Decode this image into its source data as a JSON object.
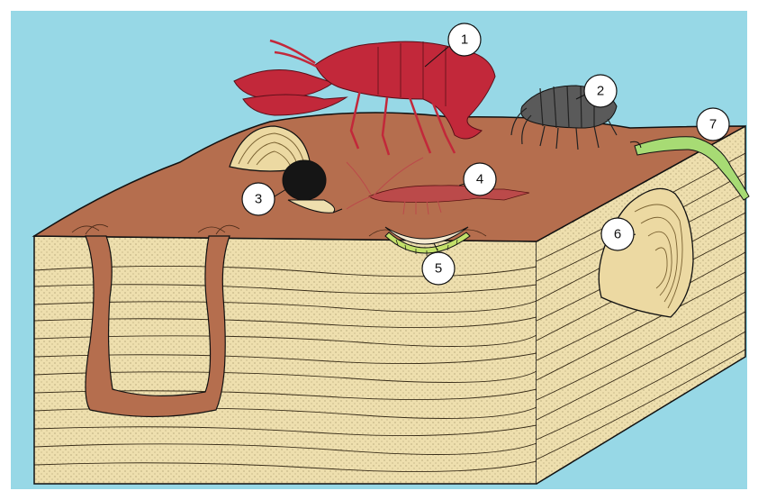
{
  "colors": {
    "water": "#97d8e6",
    "mud": "#b56e4e",
    "sediment": "#eedfae",
    "crayfish": "#c2283a",
    "amphipod": "#5a5a5a",
    "snail": "#151515",
    "shrimp": "#bb4a4a",
    "midge_larva": "#c3e06a",
    "clam": "#ecd9a2",
    "worm": "#a7db74"
  },
  "callouts": [
    {
      "id": "crayfish",
      "label": "1"
    },
    {
      "id": "amphipod",
      "label": "2"
    },
    {
      "id": "snail",
      "label": "3"
    },
    {
      "id": "shrimp",
      "label": "4"
    },
    {
      "id": "midge-larva",
      "label": "5"
    },
    {
      "id": "clam",
      "label": "6"
    },
    {
      "id": "worm",
      "label": "7"
    }
  ]
}
